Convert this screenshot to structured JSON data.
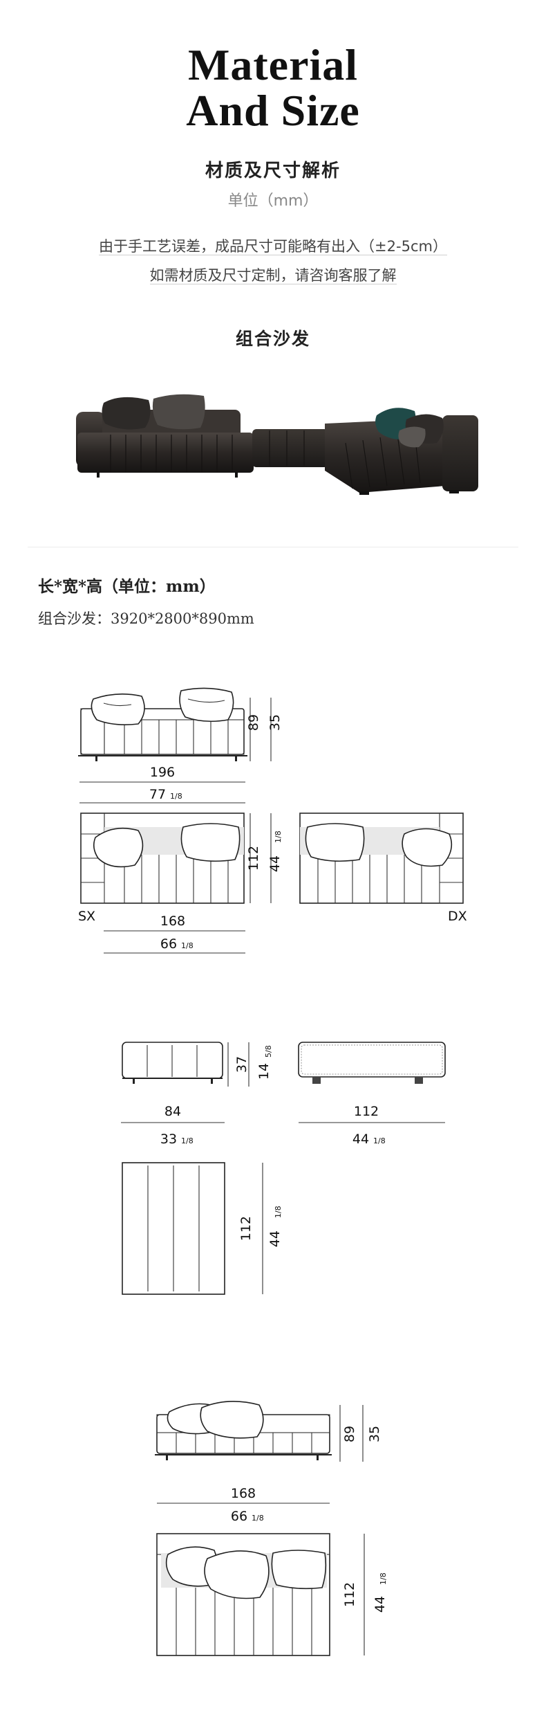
{
  "header": {
    "title_line1": "Material",
    "title_line2": "And Size",
    "subtitle": "材质及尺寸解析",
    "unit": "单位（mm）"
  },
  "notes": {
    "line1": "由于手工艺误差，成品尺寸可能略有出入（±2-5cm）",
    "line2": "如需材质及尺寸定制，请咨询客服了解"
  },
  "product": {
    "section_title": "组合沙发",
    "image_alt": "dark leather modular sectional sofa with cushions"
  },
  "dimensions": {
    "heading": "长*宽*高（单位：mm）",
    "combo_line": "组合沙发：3920*2800*890mm"
  },
  "diagram1": {
    "height_cm": "89",
    "height_in": "35",
    "front_width_cm": "196",
    "front_width_in": "77",
    "front_width_in_frac": "1/8",
    "depth_cm": "112",
    "depth_in": "44",
    "depth_in_frac": "1/8",
    "label_left": "SX",
    "label_right": "DX",
    "plan_width_cm": "168",
    "plan_width_in": "66",
    "plan_width_in_frac": "1/8"
  },
  "diagram2": {
    "pouf_height_cm": "37",
    "pouf_height_in": "14",
    "pouf_height_in_frac": "5/8",
    "pouf_a_width_cm": "84",
    "pouf_a_width_in": "33",
    "pouf_a_width_in_frac": "1/8",
    "pouf_b_width_cm": "112",
    "pouf_b_width_in": "44",
    "pouf_b_width_in_frac": "1/8",
    "plan_depth_cm": "112",
    "plan_depth_in": "44",
    "plan_depth_in_frac": "1/8"
  },
  "diagram3": {
    "height_cm": "89",
    "height_in": "35",
    "width_cm": "168",
    "width_in": "66",
    "width_in_frac": "1/8",
    "depth_cm": "112",
    "depth_in": "44",
    "depth_in_frac": "1/8"
  },
  "colors": {
    "sofa_leather": "#2a2624",
    "accent_pillow": "#1f4a48",
    "divider": "#ececec"
  }
}
